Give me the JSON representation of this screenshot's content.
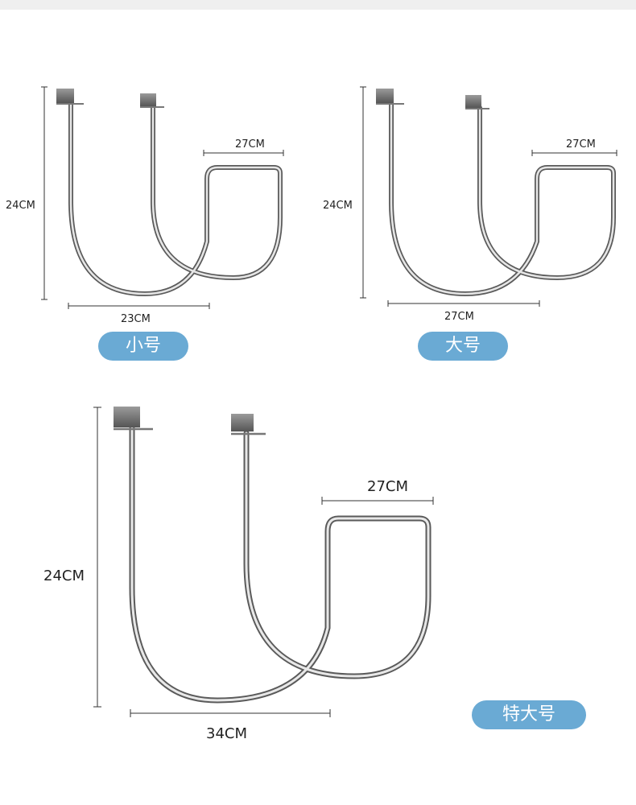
{
  "sizes": [
    {
      "name": "小号",
      "height_label": "24CM",
      "width_label": "23CM",
      "loop_label": "27CM"
    },
    {
      "name": "大号",
      "height_label": "24CM",
      "width_label": "27CM",
      "loop_label": "27CM"
    },
    {
      "name": "特大号",
      "height_label": "24CM",
      "width_label": "34CM",
      "loop_label": "27CM"
    }
  ],
  "colors": {
    "pill": "#6aaad4",
    "metal_light": "#e8e8e8",
    "metal_dark": "#6c6c6c"
  }
}
